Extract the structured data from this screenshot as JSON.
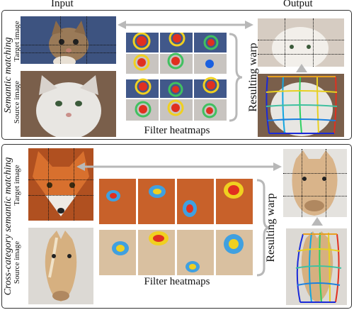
{
  "headers": {
    "input": "Input",
    "output": "Output"
  },
  "panels": [
    {
      "side_label": "Semantic matching",
      "target_label": "Target image",
      "source_label": "Source image",
      "caption": "Filter heatmaps",
      "result_label": "Resulting warp"
    },
    {
      "side_label": "Cross-category semantic matching",
      "target_label": "Target image",
      "source_label": "Source image",
      "caption": "Filter heatmaps",
      "result_label": "Resulting warp"
    }
  ],
  "colors": {
    "arrow": "#b8b8b8",
    "panel_border": "#333333",
    "kitten_bg": "#3a4f78",
    "cat_bg": "#7a5e4a",
    "fox": "#c8612a",
    "horse": "#d9b48a",
    "warp_grid": [
      "#1a2ad8",
      "#14a6e0",
      "#2ed060",
      "#e8d020",
      "#e03020"
    ]
  }
}
